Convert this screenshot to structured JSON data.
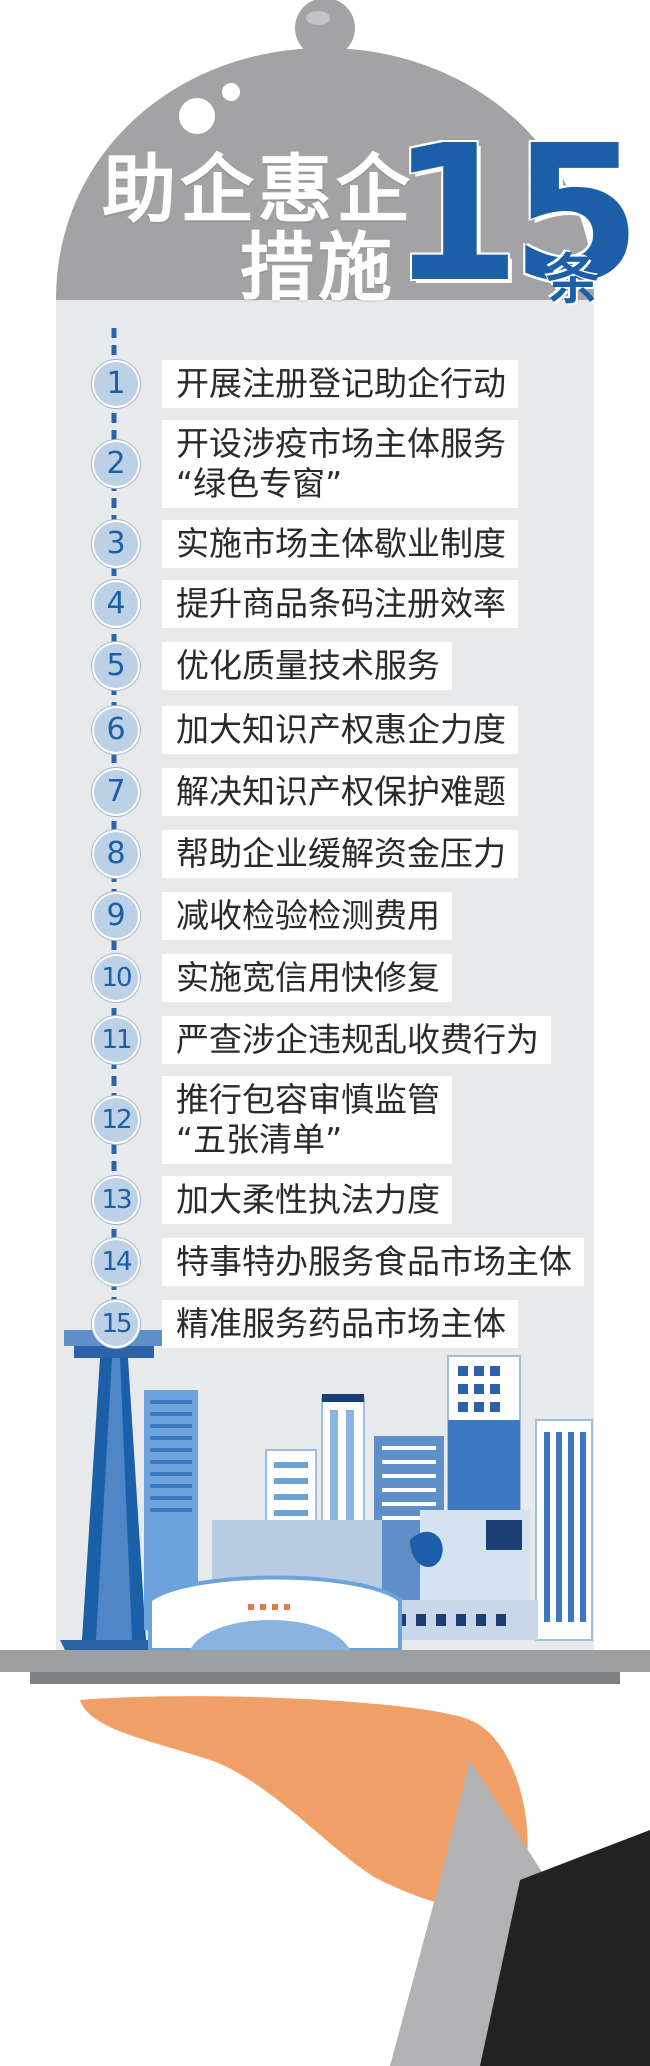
{
  "title": {
    "line1": "助企惠企",
    "line2": "措施",
    "number": "15",
    "unit": "条"
  },
  "measures": [
    {
      "num": "1",
      "lines": [
        "开展注册登记助企行动"
      ]
    },
    {
      "num": "2",
      "lines": [
        "开设涉疫市场主体服务",
        "“绿色专窗”"
      ]
    },
    {
      "num": "3",
      "lines": [
        "实施市场主体歇业制度"
      ]
    },
    {
      "num": "4",
      "lines": [
        "提升商品条码注册效率"
      ]
    },
    {
      "num": "5",
      "lines": [
        "优化质量技术服务"
      ]
    },
    {
      "num": "6",
      "lines": [
        "加大知识产权惠企力度"
      ]
    },
    {
      "num": "7",
      "lines": [
        "解决知识产权保护难题"
      ]
    },
    {
      "num": "8",
      "lines": [
        "帮助企业缓解资金压力"
      ]
    },
    {
      "num": "9",
      "lines": [
        "减收检验检测费用"
      ]
    },
    {
      "num": "10",
      "lines": [
        "实施宽信用快修复"
      ]
    },
    {
      "num": "11",
      "lines": [
        "严查涉企违规乱收费行为"
      ]
    },
    {
      "num": "12",
      "lines": [
        "推行包容审慎监管",
        "“五张清单”"
      ]
    },
    {
      "num": "13",
      "lines": [
        "加大柔性执法力度"
      ]
    },
    {
      "num": "14",
      "lines": [
        "特事特办服务食品市场主体"
      ]
    },
    {
      "num": "15",
      "lines": [
        "精准服务药品市场主体"
      ]
    }
  ],
  "colors": {
    "dome": "#a3a3a5",
    "panel": "#e8e9eb",
    "accent_blue": "#1b5fa8",
    "timeline": "#2c62a8",
    "number_circle": "#bcd0e6",
    "tray": "#9e9fa1",
    "hand": "#f0a066",
    "sleeve": "#222222"
  },
  "icons": [
    "cloche-knob",
    "city-skyline-illustration",
    "tv-tower-illustration",
    "serving-hand-illustration"
  ]
}
